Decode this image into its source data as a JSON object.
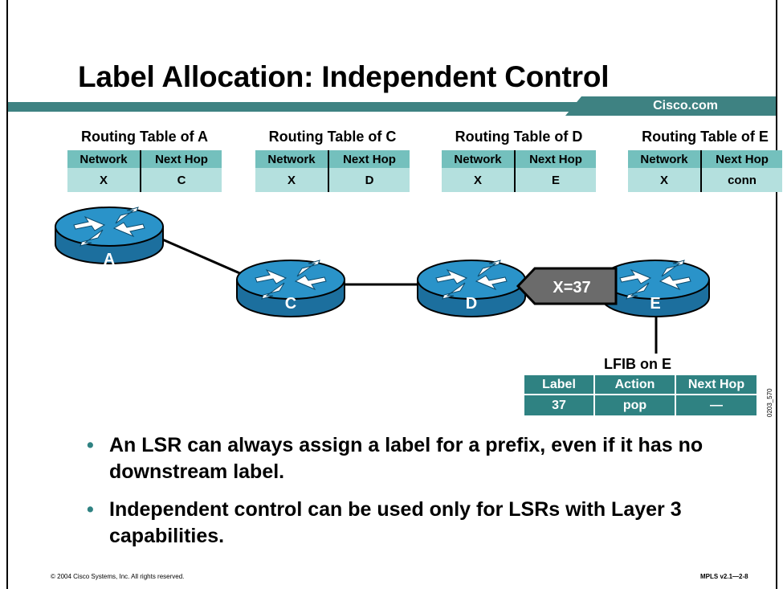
{
  "slide": {
    "title": "Label Allocation: Independent Control",
    "brand": "Cisco.com",
    "copyright": "© 2004 Cisco Systems, Inc. All rights reserved.",
    "course_ref": "MPLS v2.1—2-8",
    "figure_id": "0203_570"
  },
  "routing_tables": [
    {
      "title": "Routing Table of A",
      "col_network": "Network",
      "col_nexthop": "Next Hop",
      "network": "X",
      "nexthop": "C"
    },
    {
      "title": "Routing Table of C",
      "col_network": "Network",
      "col_nexthop": "Next Hop",
      "network": "X",
      "nexthop": "D"
    },
    {
      "title": "Routing Table of D",
      "col_network": "Network",
      "col_nexthop": "Next Hop",
      "network": "X",
      "nexthop": "E"
    },
    {
      "title": "Routing Table of E",
      "col_network": "Network",
      "col_nexthop": "Next Hop",
      "network": "X",
      "nexthop": "conn"
    }
  ],
  "routers": [
    "A",
    "C",
    "D",
    "E"
  ],
  "label_advert": "X=37",
  "lfib": {
    "title": "LFIB on E",
    "headers": [
      "Label",
      "Action",
      "Next Hop"
    ],
    "row": [
      "37",
      "pop",
      "—"
    ]
  },
  "bullets": [
    "An LSR can always assign a label for a prefix, even if it has no downstream label.",
    "Independent control can be used only for LSRs with Layer 3 capabilities."
  ],
  "colors": {
    "accent": "#3e8282",
    "router": "#2a93c9",
    "table_header": "#74c0bd",
    "table_row": "#b4e0de"
  }
}
